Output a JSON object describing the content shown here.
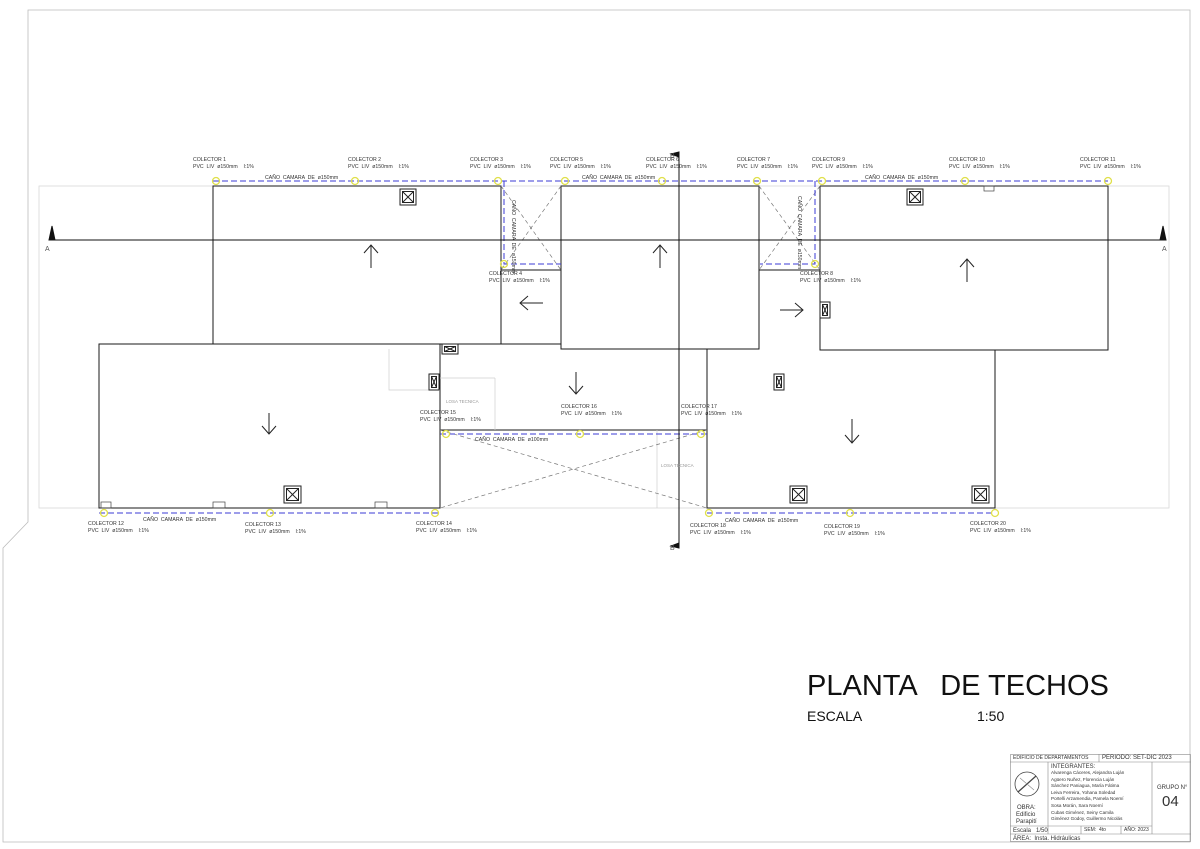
{
  "plan": {
    "title": "PLANTA   DE TECHOS",
    "scale_label": "ESCALA",
    "scale_value": "1:50"
  },
  "section_marks": {
    "a": "A",
    "b": "B"
  },
  "collectors": [
    {
      "label": "COLECTOR 1",
      "spec": "PVC  LIV  ø150mm    I:1%"
    },
    {
      "label": "COLECTOR 2",
      "spec": "PVC  LIV  ø150mm    I:1%"
    },
    {
      "label": "COLECTOR 3",
      "spec": "PVC  LIV  ø150mm    I:1%"
    },
    {
      "label": "COLECTOR 4",
      "spec": "PVC  LIV  ø150mm    I:1%"
    },
    {
      "label": "COLECTOR 5",
      "spec": "PVC  LIV  ø150mm    I:1%"
    },
    {
      "label": "COLECTOR 6",
      "spec": "PVC  LIV  ø150mm    I:1%"
    },
    {
      "label": "COLECTOR 7",
      "spec": "PVC  LIV  ø150mm    I:1%"
    },
    {
      "label": "COLECTOR 8",
      "spec": "PVC  LIV  ø150mm    I:1%"
    },
    {
      "label": "COLECTOR 9",
      "spec": "PVC  LIV  ø150mm    I:1%"
    },
    {
      "label": "COLECTOR 10",
      "spec": "PVC  LIV  ø150mm    I:1%"
    },
    {
      "label": "COLECTOR 11",
      "spec": "PVC  LIV  ø150mm    I:1%"
    },
    {
      "label": "COLECTOR 12",
      "spec": "PVC  LIV  ø150mm    I:1%"
    },
    {
      "label": "COLECTOR 13",
      "spec": "PVC  LIV  ø150mm    I:1%"
    },
    {
      "label": "COLECTOR 14",
      "spec": "PVC  LIV  ø150mm    I:1%"
    },
    {
      "label": "COLECTOR 15",
      "spec": "PVC  LIV  ø150mm    I:1%"
    },
    {
      "label": "COLECTOR 16",
      "spec": "PVC  LIV  ø150mm    I:1%"
    },
    {
      "label": "COLECTOR 17",
      "spec": "PVC  LIV  ø150mm    I:1%"
    },
    {
      "label": "COLECTOR 18",
      "spec": "PVC  LIV  ø150mm    I:1%"
    },
    {
      "label": "COLECTOR 19",
      "spec": "PVC  LIV  ø150mm    I:1%"
    },
    {
      "label": "COLECTOR 20",
      "spec": "PVC  LIV  ø150mm    I:1%"
    }
  ],
  "pipes": {
    "camara_150": "CAÑO  CAMARA  DE  ø150mm",
    "camara_100": "CAÑO  CAMARA  DE  ø100mm"
  },
  "rooms": {
    "losa_tecnica": "LOSA TECNICA"
  },
  "title_block": {
    "project": "EDIFICIO DE DEPARTAMENTOS",
    "period": "PERIODO: SET-DIC 2023",
    "members_heading": "INTEGRANTES:",
    "members": [
      "Alvarenga Cáceres, Alejandra Luján",
      "Agüero Nuñez, Florencia Luján",
      "Sánchez Paniagua, María Fátima",
      "Leiva Ferreira, Yohana Soledad",
      "Portelli Arzamendia, Pamela Noemí",
      "Sosa Morán, Sara Noemí",
      "Cubas Giménez, Seiny Camila",
      "Giménez Godoy, Guillermo Nicolás"
    ],
    "group_label": "GRUPO N°",
    "group_number": "04",
    "obra_label": "OBRA:",
    "obra_lines": [
      "Edificio",
      "Parapití"
    ],
    "escala": "Escala   1/50",
    "sem": "SEM:  4to",
    "anio": "AÑO: 2023",
    "area": "ÁREA:  Insta. Hidráulicas"
  }
}
